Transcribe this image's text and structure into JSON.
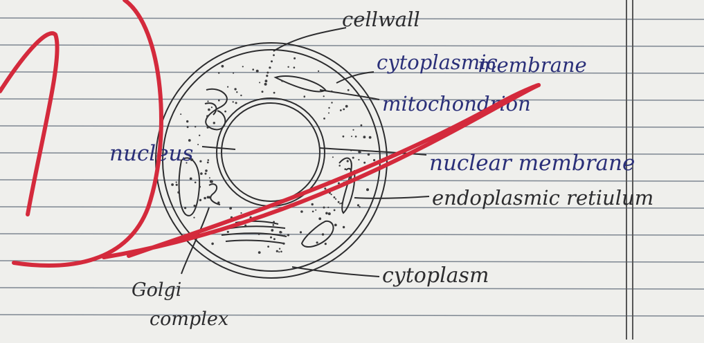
{
  "labels": {
    "cell_wall": "cellwall",
    "cytoplasmic_membrane_1": "cytoplasmic",
    "cytoplasmic_membrane_2": "membrane",
    "mitochondrion": "mitochondrion",
    "nucleus": "nucleus",
    "nuclear_membrane": "nuclear membrane",
    "endoplasmic_reticulum": "endoplasmic retiulum",
    "cytoplasm": "cytoplasm",
    "golgi_1": "Golgi",
    "golgi_2": "complex"
  },
  "annotation": {
    "marker": "1",
    "marker_color": "#d42a3c"
  },
  "colors": {
    "paper": "#efefec",
    "rule_line": "#7d8691",
    "pencil": "#2c2c2e",
    "ink_blue": "#2a2f78",
    "stipple": "#3b3b3d"
  }
}
